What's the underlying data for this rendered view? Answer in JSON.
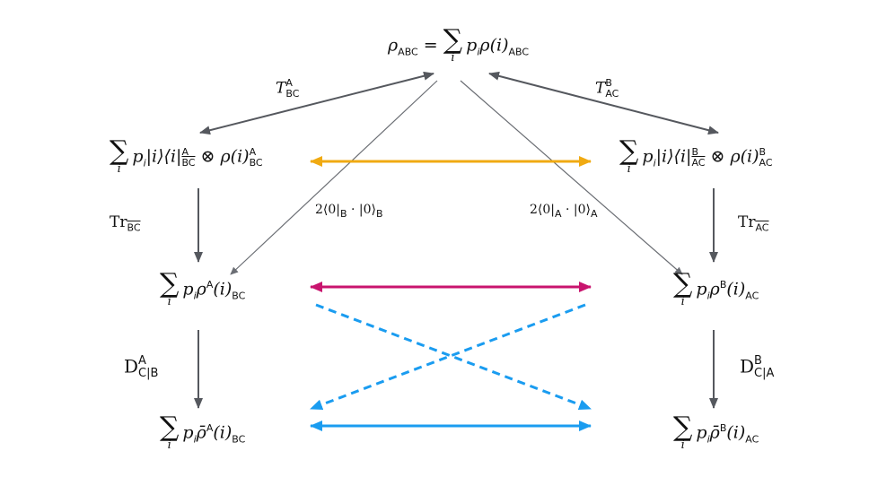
{
  "nodes": {
    "top": {
      "lhs": "ρ",
      "lhs_sub": "ABC",
      "eq": "=",
      "sum_index": "i",
      "p": "p",
      "p_sub": "i",
      "rho": "ρ(i)",
      "rho_sub": "ABC"
    },
    "mid_left": {
      "sum_index": "i",
      "p": "p",
      "p_sub": "i",
      "ket": "|i⟩⟨i|",
      "ket_sup": "A",
      "ket_sub": "BC",
      "otimes": "⊗",
      "rho": "ρ(i)",
      "rho_sup": "A",
      "rho_sub": "BC"
    },
    "mid_right": {
      "sum_index": "i",
      "p": "p",
      "p_sub": "i",
      "ket": "|i⟩⟨i|",
      "ket_sup": "B",
      "ket_sub": "AC",
      "otimes": "⊗",
      "rho": "ρ(i)",
      "rho_sup": "B",
      "rho_sub": "AC"
    },
    "row3_left": {
      "sum_index": "i",
      "p": "p",
      "p_sub": "i",
      "rho": "ρ",
      "rho_sup": "A",
      "arg": "(i)",
      "rho_sub": "BC"
    },
    "row3_right": {
      "sum_index": "i",
      "p": "p",
      "p_sub": "i",
      "rho": "ρ",
      "rho_sup": "B",
      "arg": "(i)",
      "rho_sub": "AC"
    },
    "row4_left": {
      "sum_index": "i",
      "p": "p",
      "p_sub": "i",
      "rho": "ρ̄",
      "rho_sup": "A",
      "arg": "(i)",
      "rho_sub": "BC"
    },
    "row4_right": {
      "sum_index": "i",
      "p": "p",
      "p_sub": "i",
      "rho": "ρ̄",
      "rho_sup": "B",
      "arg": "(i)",
      "rho_sub": "AC"
    }
  },
  "labels": {
    "t_left": {
      "T": "T",
      "sup": "A",
      "sub": "BC"
    },
    "t_right": {
      "T": "T",
      "sup": "B",
      "sub": "AC"
    },
    "tr_left": {
      "Tr": "Tr",
      "sub": "BC"
    },
    "tr_right": {
      "Tr": "Tr",
      "sub": "AC"
    },
    "d_left": {
      "D": "D",
      "sup": "A",
      "sub": "C|B"
    },
    "d_right": {
      "D": "D",
      "sup": "B",
      "sub": "C|A"
    },
    "meas_left": {
      "pre": "2⟨0|",
      "sub1": "B",
      "mid": " · |0⟩",
      "sub2": "B"
    },
    "meas_right": {
      "pre": "2⟨0|",
      "sub1": "A",
      "mid": " · |0⟩",
      "sub2": "A"
    }
  },
  "colors": {
    "gray": "#55585e",
    "thin_gray": "#6b6e74",
    "orange": "#f0aa12",
    "magenta": "#c8146e",
    "blue": "#1a9cf0"
  }
}
